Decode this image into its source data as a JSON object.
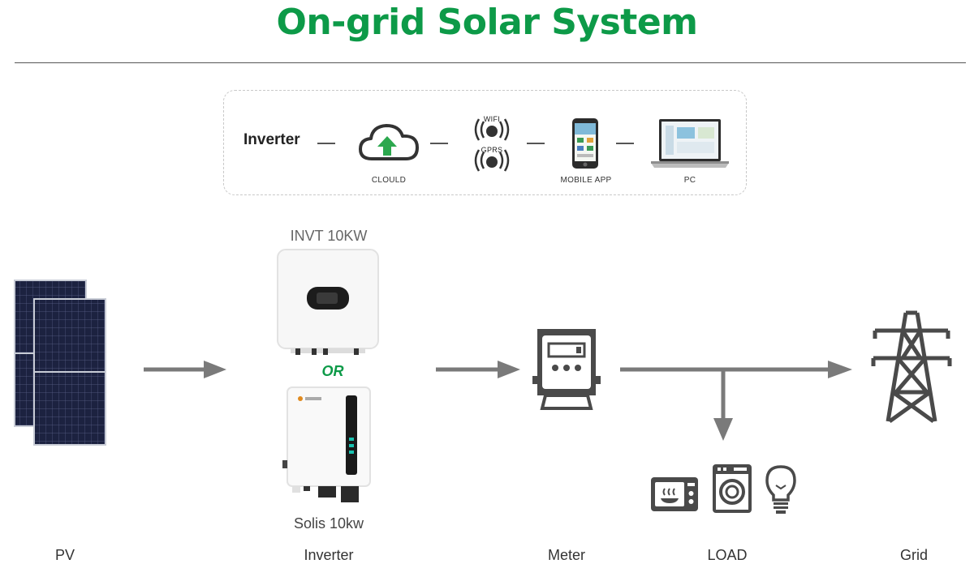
{
  "title": "On-grid Solar System",
  "monitoring": {
    "source_label": "Inverter",
    "cloud_label": "CLOULD",
    "wifi_label": "WIFI",
    "gprs_label": "GPRS",
    "mobile_label": "MOBILE APP",
    "pc_label": "PC"
  },
  "inverters": {
    "top_model": "INVT 10KW",
    "separator": "OR",
    "bottom_model": "Solis 10kw"
  },
  "nodes": {
    "pv": "PV",
    "inverter": "Inverter",
    "meter": "Meter",
    "load": "LOAD",
    "grid": "Grid"
  },
  "colors": {
    "accent_green": "#0d9a48",
    "arrow_gray": "#7a7a7a",
    "icon_dark": "#4a4a4a",
    "panel_blue": "#1c2240"
  }
}
